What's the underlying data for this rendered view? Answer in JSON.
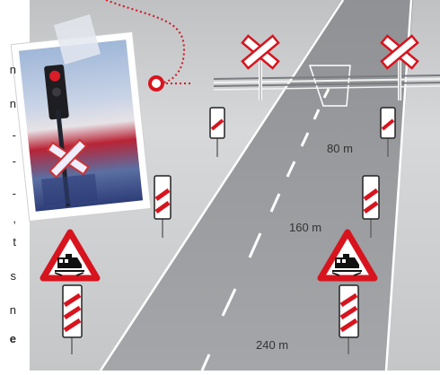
{
  "distance_labels": {
    "d80": "80 m",
    "d160": "160 m",
    "d240": "240 m"
  },
  "left_text_fragments": [
    "n",
    "n",
    "-",
    "-",
    "-",
    ",",
    "t",
    "s",
    "n",
    "e"
  ],
  "signs": {
    "st_andrews_cross": "st-andrews-cross-icon",
    "train_warning": "train-warning-icon",
    "countdown_marker": "countdown-marker-icon"
  },
  "colors": {
    "background_top": "#cfd1d3",
    "road": "#9a9c9f",
    "warning_red": "#d7141e",
    "sign_white": "#ffffff",
    "marker_line": "#d7141e"
  }
}
